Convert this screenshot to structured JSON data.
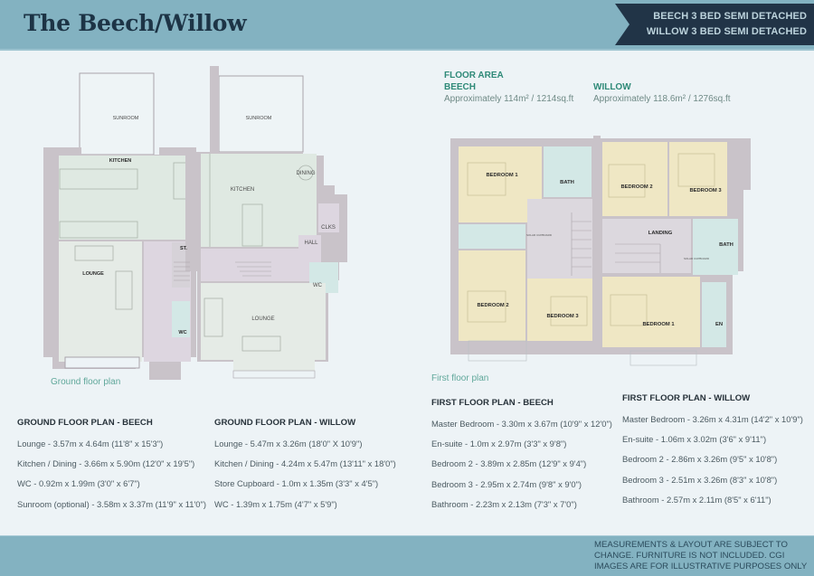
{
  "header": {
    "title": "The Beech/Willow",
    "ribbon_lines": [
      "BEECH 3 BED SEMI DETACHED",
      "WILLOW 3 BED SEMI DETACHED"
    ]
  },
  "colors": {
    "header_band": "#83b2c1",
    "ribbon": "#213447",
    "title_text": "#1d3446",
    "page_bg": "#edf3f6",
    "accent_green": "#2f8a78",
    "room_kitchen": "#dfe9e2",
    "room_hall": "#ddd6e0",
    "room_bath": "#d3e8e6",
    "room_bedroom": "#efe7c4",
    "wall": "#c9c3c9"
  },
  "floor_area": {
    "heading": "FLOOR AREA",
    "beech": {
      "name": "BEECH",
      "text": "Approximately 114m² / 1214sq.ft"
    },
    "willow": {
      "name": "WILLOW",
      "text": "Approximately 118.6m² / 1276sq.ft"
    }
  },
  "ground_floor": {
    "caption": "Ground floor plan",
    "labels": {
      "beech_sunroom": "SUNROOM",
      "beech_kitchen": "KITCHEN",
      "beech_lounge": "LOUNGE",
      "beech_store": "ST.",
      "beech_wc": "WC",
      "willow_sunroom": "SUNROOM",
      "willow_kitchen": "KITCHEN",
      "willow_dining": "DINING",
      "willow_clks": "CLKS",
      "willow_hall": "HALL",
      "willow_wc": "WC",
      "willow_lounge": "LOUNGE"
    }
  },
  "first_floor": {
    "caption": "First floor plan",
    "labels": {
      "beech_bed1": "BEDROOM 1",
      "beech_bath": "BATH",
      "beech_bed2": "BEDROOM 2",
      "beech_bed3": "BEDROOM 3",
      "beech_solar": "SOLAR CUPBOARD",
      "willow_bed2": "BEDROOM 2",
      "willow_bed3": "BEDROOM 3",
      "willow_landing": "LANDING",
      "willow_bath": "BATH",
      "willow_bed1": "BEDROOM 1",
      "willow_en": "EN",
      "willow_solar": "SOLAR CUPBOARD"
    }
  },
  "specs": {
    "ground_beech": {
      "heading": "GROUND FLOOR PLAN - BEECH",
      "rows": [
        "Lounge - 3.57m x 4.64m (11'8\" x 15'3\")",
        "Kitchen / Dining - 3.66m x 5.90m (12'0\" x 19'5\")",
        "WC - 0.92m x 1.99m (3'0\" x 6'7\")",
        "Sunroom (optional) - 3.58m x 3.37m (11'9\" x 11'0\")"
      ]
    },
    "ground_willow": {
      "heading": "GROUND FLOOR PLAN - WILLOW",
      "rows": [
        "Lounge - 5.47m x 3.26m (18'0\" X 10'9\")",
        "Kitchen / Dining - 4.24m x 5.47m (13'11\" x 18'0\")",
        "Store Cupboard - 1.0m x 1.35m (3'3\" x 4'5\")",
        "WC - 1.39m x 1.75m (4'7\" x 5'9\")"
      ]
    },
    "first_beech": {
      "heading": "FIRST FLOOR PLAN - BEECH",
      "rows": [
        "Master Bedroom - 3.30m x 3.67m (10'9\" x 12'0\")",
        "En-suite - 1.0m x 2.97m (3'3\" x 9'8\")",
        "Bedroom 2 - 3.89m x 2.85m (12'9\" x 9'4\")",
        "Bedroom 3 - 2.95m x 2.74m (9'8\" x 9'0\")",
        "Bathroom - 2.23m x 2.13m (7'3\" x 7'0\")"
      ]
    },
    "first_willow": {
      "heading": "FIRST FLOOR PLAN - WILLOW",
      "rows": [
        "Master Bedroom - 3.26m x 4.31m (14'2\" x 10'9\")",
        "En-suite - 1.06m x 3.02m (3'6\" x 9'11\")",
        "Bedroom 2 - 2.86m x 3.26m (9'5\" x 10'8\")",
        "Bedroom 3 - 2.51m x 3.26m (8'3\" x 10'8\")",
        "Bathroom - 2.57m x 2.11m (8'5\" x 6'11\")"
      ]
    }
  },
  "footer": {
    "disclaimer": "MEASUREMENTS & LAYOUT ARE SUBJECT TO CHANGE. FURNITURE IS NOT INCLUDED. CGI IMAGES ARE FOR ILLUSTRATIVE PURPOSES ONLY"
  }
}
